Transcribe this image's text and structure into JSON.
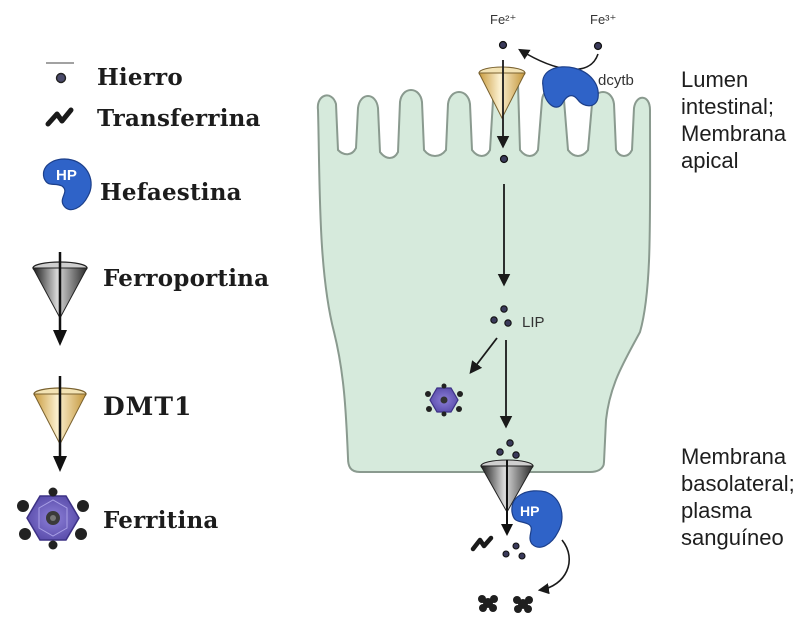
{
  "legend": {
    "items": [
      {
        "label": "Hierro",
        "icon": "iron-icon"
      },
      {
        "label": "Transferrina",
        "icon": "transferrin-icon"
      },
      {
        "label": "Hefaestina",
        "icon": "hephaestin-icon",
        "icon_text": "HP"
      },
      {
        "label": "Ferroportina",
        "icon": "ferroportin-icon"
      },
      {
        "label": "DMT1",
        "icon": "dmt1-icon"
      },
      {
        "label": "Ferritina",
        "icon": "ferritin-icon"
      }
    ]
  },
  "diagram": {
    "fe2_label": "Fe²⁺",
    "fe3_label": "Fe³⁺",
    "dcytb_label": "dcytb",
    "lip_label": "LIP",
    "hp_label": "HP"
  },
  "side_labels": {
    "apical": [
      "Lumen",
      "intestinal;",
      "Membrana",
      "apical"
    ],
    "basolateral": [
      "Membrana",
      "basolateral;",
      "plasma",
      "sanguíneo"
    ]
  },
  "colors": {
    "cell_fill": "#d6eadc",
    "cell_stroke": "#8a9a8f",
    "hephaestin": "#2f63c8",
    "ferritin": "#6a5bb8",
    "dmt1": "#e7c98a",
    "ferroportin": "#4a4a4a"
  }
}
